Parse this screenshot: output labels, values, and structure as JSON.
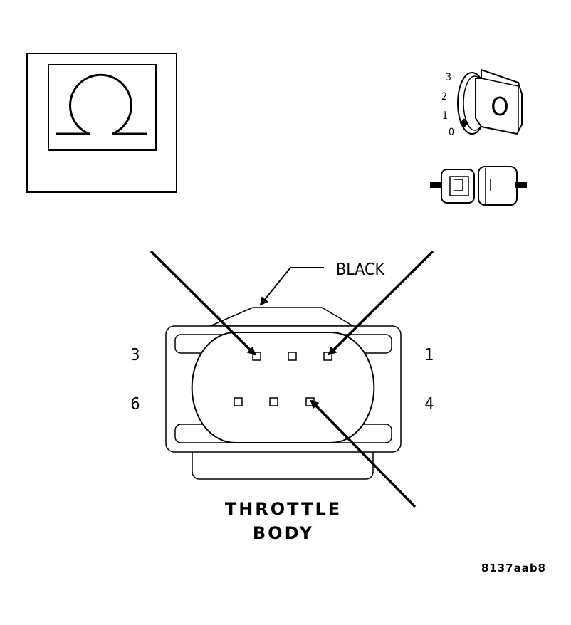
{
  "meter": {
    "symbol": "Ω",
    "icon": "ohmmeter-icon"
  },
  "ignition": {
    "positions": [
      "3",
      "2",
      "1",
      "0"
    ],
    "key_mark": "O",
    "icon": "ignition-key-icon"
  },
  "disconnect": {
    "icon": "connector-disconnected-icon"
  },
  "connector": {
    "color_label": "BLACK",
    "pin_labels": {
      "top_left": "3",
      "top_right": "1",
      "bottom_left": "6",
      "bottom_right": "4"
    },
    "name_line1": "THROTTLE",
    "name_line2": "BODY"
  },
  "figure_id": "8137aab8"
}
